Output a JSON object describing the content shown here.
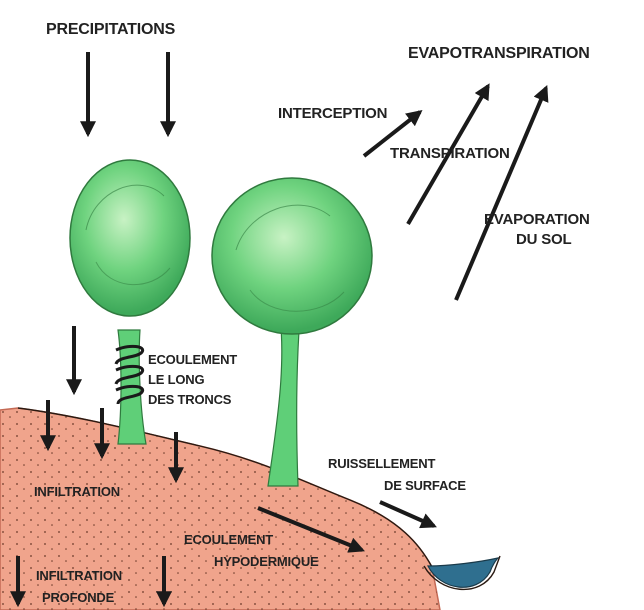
{
  "labels": {
    "precipitations": "PRECIPITATIONS",
    "evapotranspiration": "EVAPOTRANSPIRATION",
    "interception": "INTERCEPTION",
    "transpiration": "TRANSPIRATION",
    "evaporation_line1": "EVAPORATION",
    "evaporation_line2": "DU SOL",
    "ecoulement_troncs_line1": "ECOULEMENT",
    "ecoulement_troncs_line2": "LE LONG",
    "ecoulement_troncs_line3": "DES TRONCS",
    "infiltration": "INFILTRATION",
    "ruissellement_line1": "RUISSELLEMENT",
    "ruissellement_line2": "DE SURFACE",
    "hypodermique_line1": "ECOULEMENT",
    "hypodermique_line2": "HYPODERMIQUE",
    "infiltration_profonde_line1": "INFILTRATION",
    "infiltration_profonde_line2": "PROFONDE"
  },
  "colors": {
    "soil": "#f0a48c",
    "soil_edge": "#c46a55",
    "canopy": "#4fc46a",
    "canopy_light": "#b6ecb6",
    "trunk": "#5fcf78",
    "water": "#2f6f8f",
    "arrow": "#1a1a1a",
    "text": "#222222"
  }
}
